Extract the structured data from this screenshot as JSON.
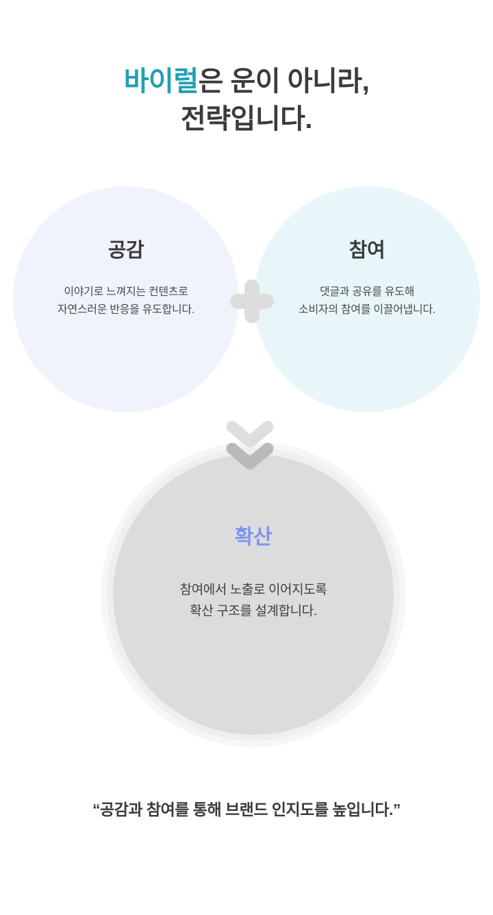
{
  "headline": {
    "accent_text": "바이럴",
    "line1_rest": "은 운이 아니라,",
    "line2": "전략입니다.",
    "accent_color": "#1fa0b4"
  },
  "flow": {
    "plus_symbol": "+",
    "chevron_symbol": "⌄",
    "steps": [
      {
        "id": "empathy",
        "title": "공감",
        "body_line1": "이야기로 느껴지는 컨텐츠로",
        "body_line2": "자연스러운 반응을 유도합니다.",
        "bg_color": "#f1f3fc",
        "title_color": "#3a3a3a"
      },
      {
        "id": "engagement",
        "title": "참여",
        "body_line1": "댓글과 공유를 유도해",
        "body_line2": "소비자의 참여를 이끌어냅니다.",
        "bg_color": "#e8f6fa",
        "title_color": "#3a3a3a"
      }
    ],
    "result": {
      "id": "spread",
      "title": "확산",
      "body_line1": "참여에서 노출로 이어지도록",
      "body_line2": "확산 구조를 설계합니다.",
      "bg_color": "#dcdcdc",
      "title_color": "#7f93f5"
    }
  },
  "quote": {
    "text": "“공감과 참여를 통해 브랜드 인지도를 높입니다.”"
  }
}
